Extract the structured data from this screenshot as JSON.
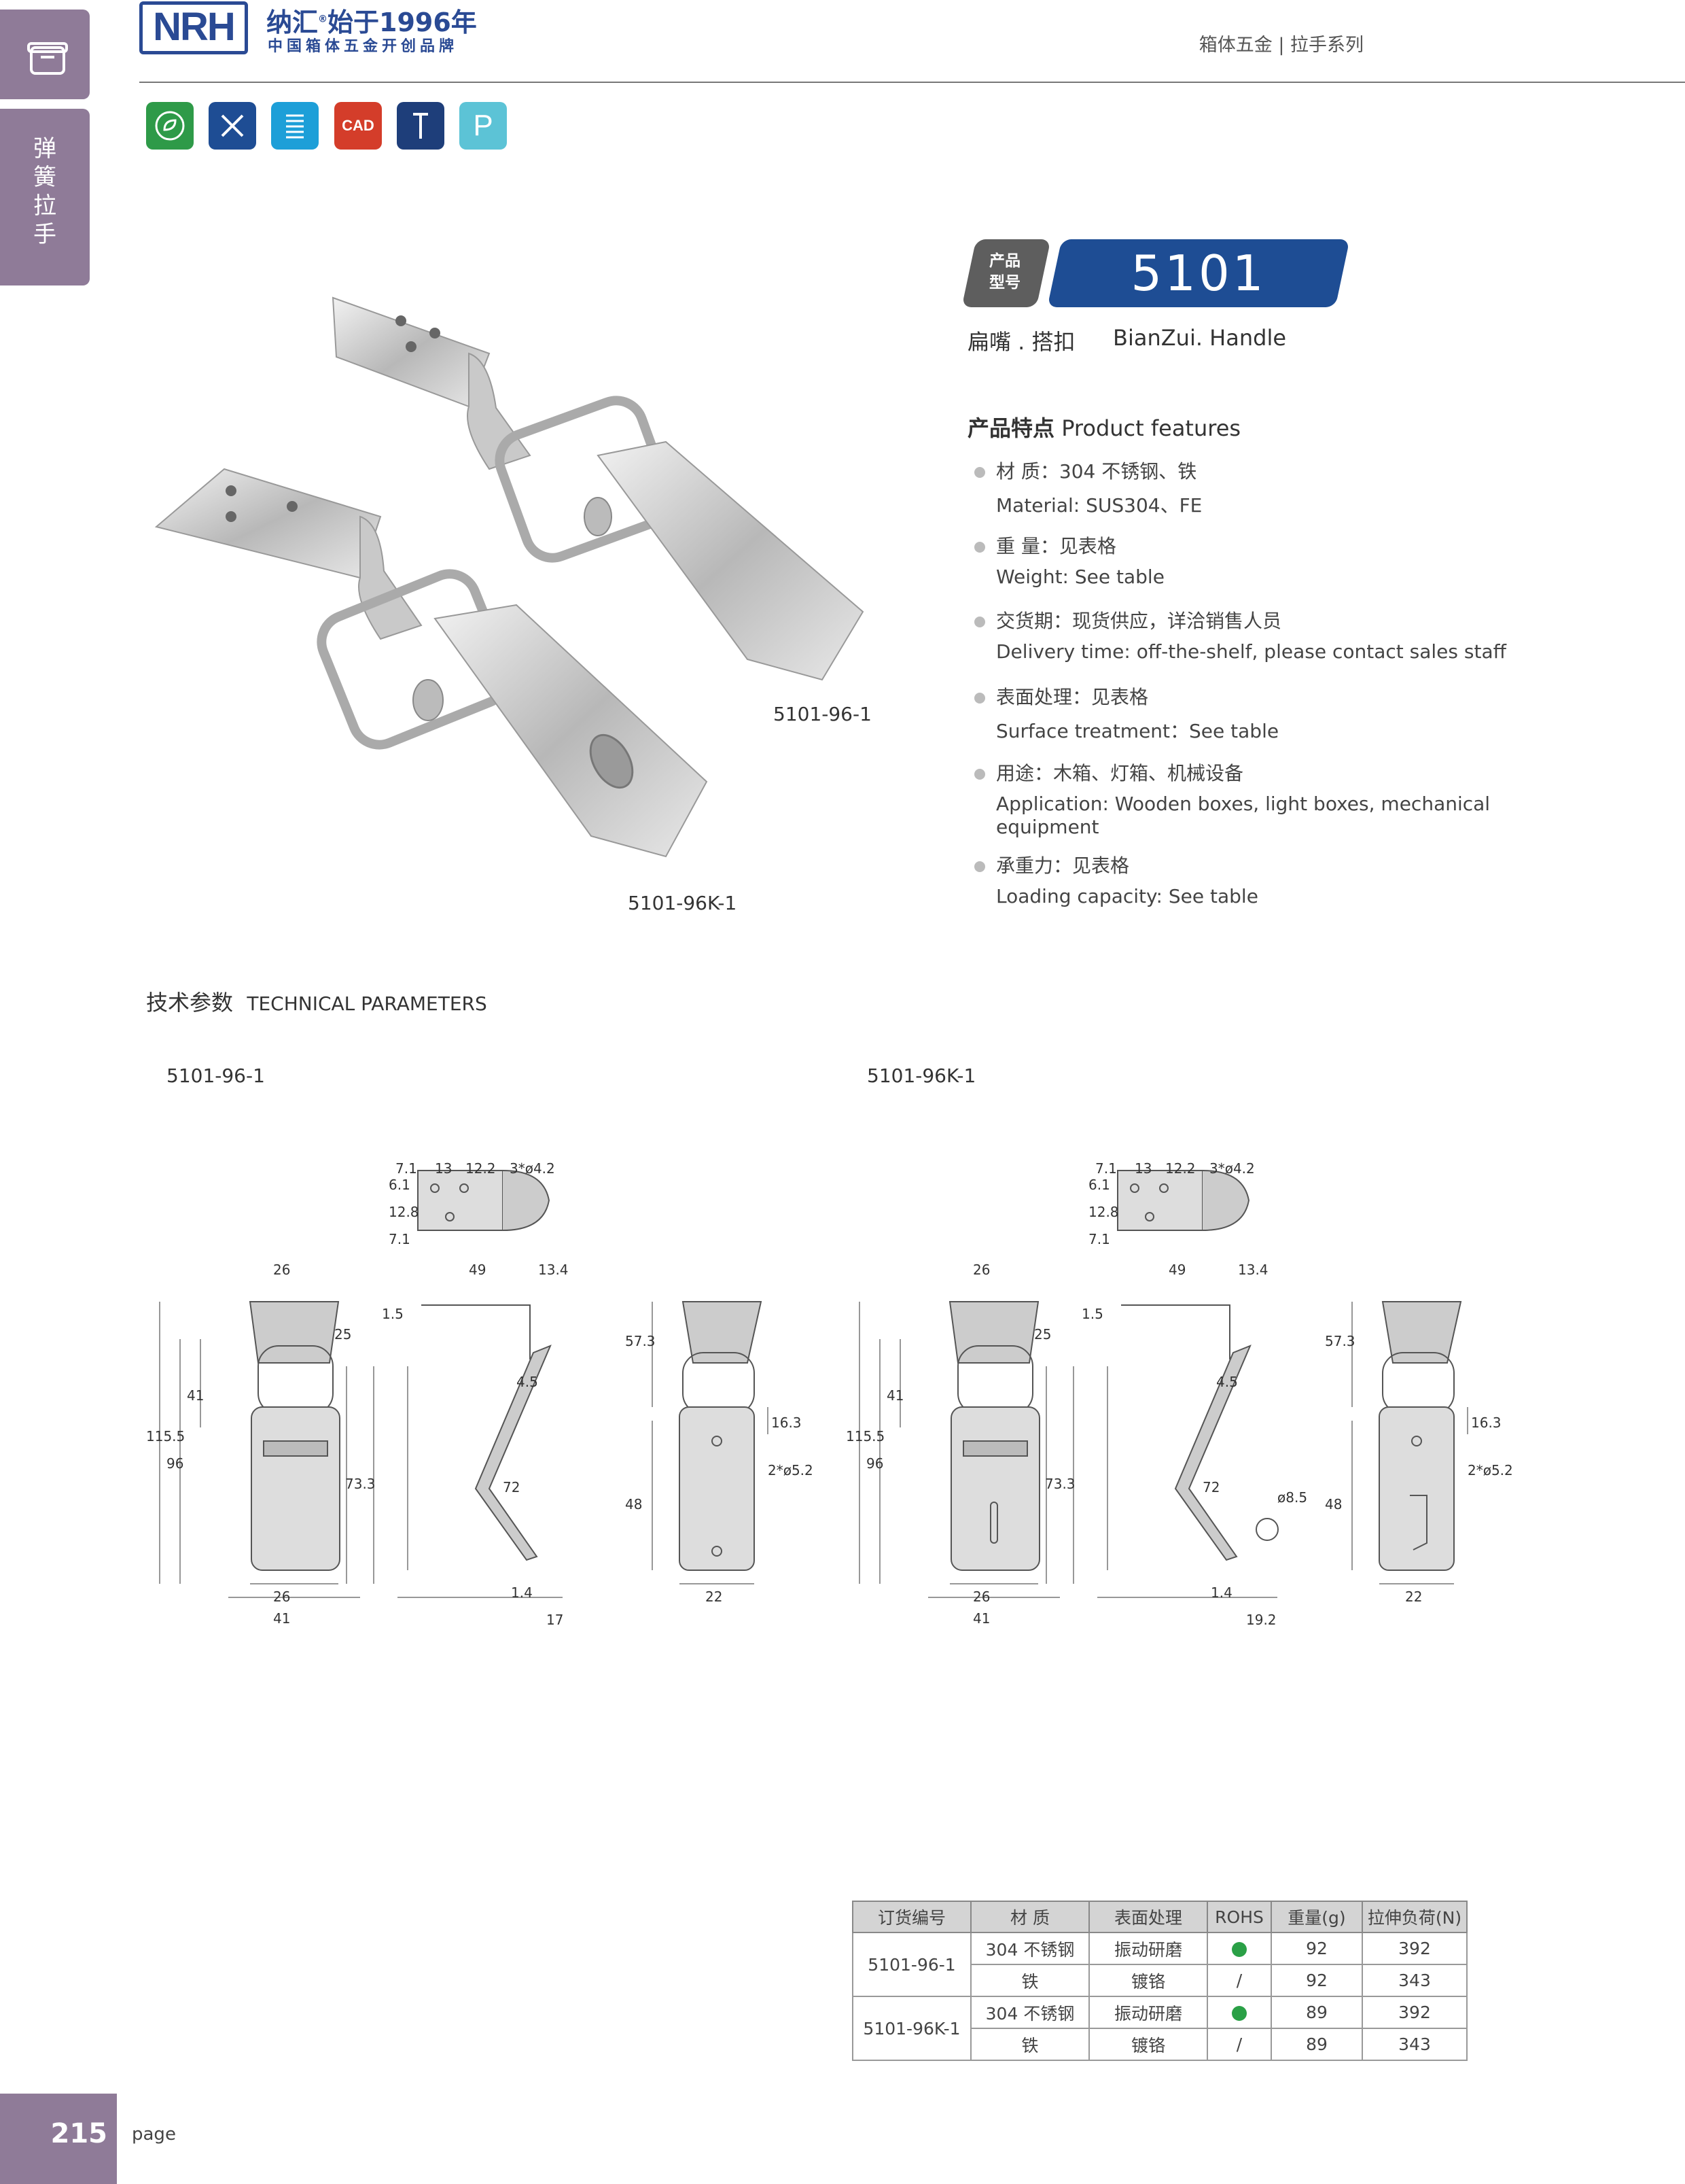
{
  "side_tab": {
    "label": [
      "弹",
      "簧",
      "拉",
      "手"
    ]
  },
  "header": {
    "logo_text": "NRH",
    "brand_cn": "纳汇",
    "brand_since": "始于1996年",
    "brand_sub": "中国箱体五金开创品牌",
    "series": "箱体五金 | 拉手系列"
  },
  "icons": [
    {
      "name": "eco-icon",
      "color": "#2e9a48",
      "text": ""
    },
    {
      "name": "design-tools-icon",
      "color": "#1e4d94",
      "text": ""
    },
    {
      "name": "spring-icon",
      "color": "#1d9fd8",
      "text": ""
    },
    {
      "name": "cad-icon",
      "color": "#d43d2a",
      "text": "CAD"
    },
    {
      "name": "screw-icon",
      "color": "#1e3e7a",
      "text": ""
    },
    {
      "name": "p-icon",
      "color": "#5cc3d6",
      "text": "P"
    }
  ],
  "product": {
    "badge_label_1": "产品",
    "badge_label_2": "型号",
    "model": "5101",
    "name_cn": "扁嘴 . 搭扣",
    "name_en": "BianZui. Handle"
  },
  "features": {
    "title_cn": "产品特点",
    "title_en": "Product features",
    "items": [
      {
        "cn": "材  质：304 不锈钢、铁",
        "en": "Material: SUS304、FE"
      },
      {
        "cn": "重  量：见表格",
        "en": " Weight: See table"
      },
      {
        "cn": "交货期：现货供应，详洽销售人员",
        "en": "Delivery time: off-the-shelf, please contact sales staff"
      },
      {
        "cn": "表面处理：见表格",
        "en": "Surface treatment：See table"
      },
      {
        "cn": "用途：木箱、灯箱、机械设备",
        "en": "Application: Wooden boxes, light boxes, mechanical",
        "en2": "equipment"
      },
      {
        "cn": "承重力：见表格",
        "en": "Loading capacity: See table"
      }
    ]
  },
  "photo_labels": {
    "a": "5101-96-1",
    "b": "5101-96K-1"
  },
  "tech": {
    "title_cn": "技术参数",
    "title_en": "TECHNICAL PARAMETERS"
  },
  "drawings": [
    {
      "label": "5101-96-1"
    },
    {
      "label": "5101-96K-1"
    }
  ],
  "dimensions": {
    "plate": [
      "7.1",
      "13",
      "12.2",
      "3*ø4.2",
      "6.1",
      "12.8",
      "7.1"
    ],
    "front": [
      "26",
      "25",
      "41",
      "96",
      "115.5",
      "73.3",
      "26",
      "41"
    ],
    "side": [
      "49",
      "13.4",
      "1.5",
      "4.5",
      "72",
      "1.4"
    ],
    "side_a_width": "17",
    "side_b_width": "19.2",
    "side_b_hole": "ø8.5",
    "back": [
      "57.3",
      "16.3",
      "2*ø5.2",
      "48",
      "22"
    ]
  },
  "table": {
    "headers": [
      "订货编号",
      "材  质",
      "表面处理",
      "ROHS",
      "重量(g)",
      "拉伸负荷(N)"
    ],
    "groups": [
      {
        "code": "5101-96-1",
        "rows": [
          {
            "material": "304 不锈钢",
            "finish": "振动研磨",
            "rohs": "dot",
            "weight": "92",
            "load": "392"
          },
          {
            "material": "铁",
            "finish": "镀铬",
            "rohs": "/",
            "weight": "92",
            "load": "343"
          }
        ]
      },
      {
        "code": "5101-96K-1",
        "rows": [
          {
            "material": "304 不锈钢",
            "finish": "振动研磨",
            "rohs": "dot",
            "weight": "89",
            "load": "392"
          },
          {
            "material": "铁",
            "finish": "镀铬",
            "rohs": "/",
            "weight": "89",
            "load": "343"
          }
        ]
      }
    ]
  },
  "footer": {
    "page_number": "215",
    "page_word": "page"
  }
}
